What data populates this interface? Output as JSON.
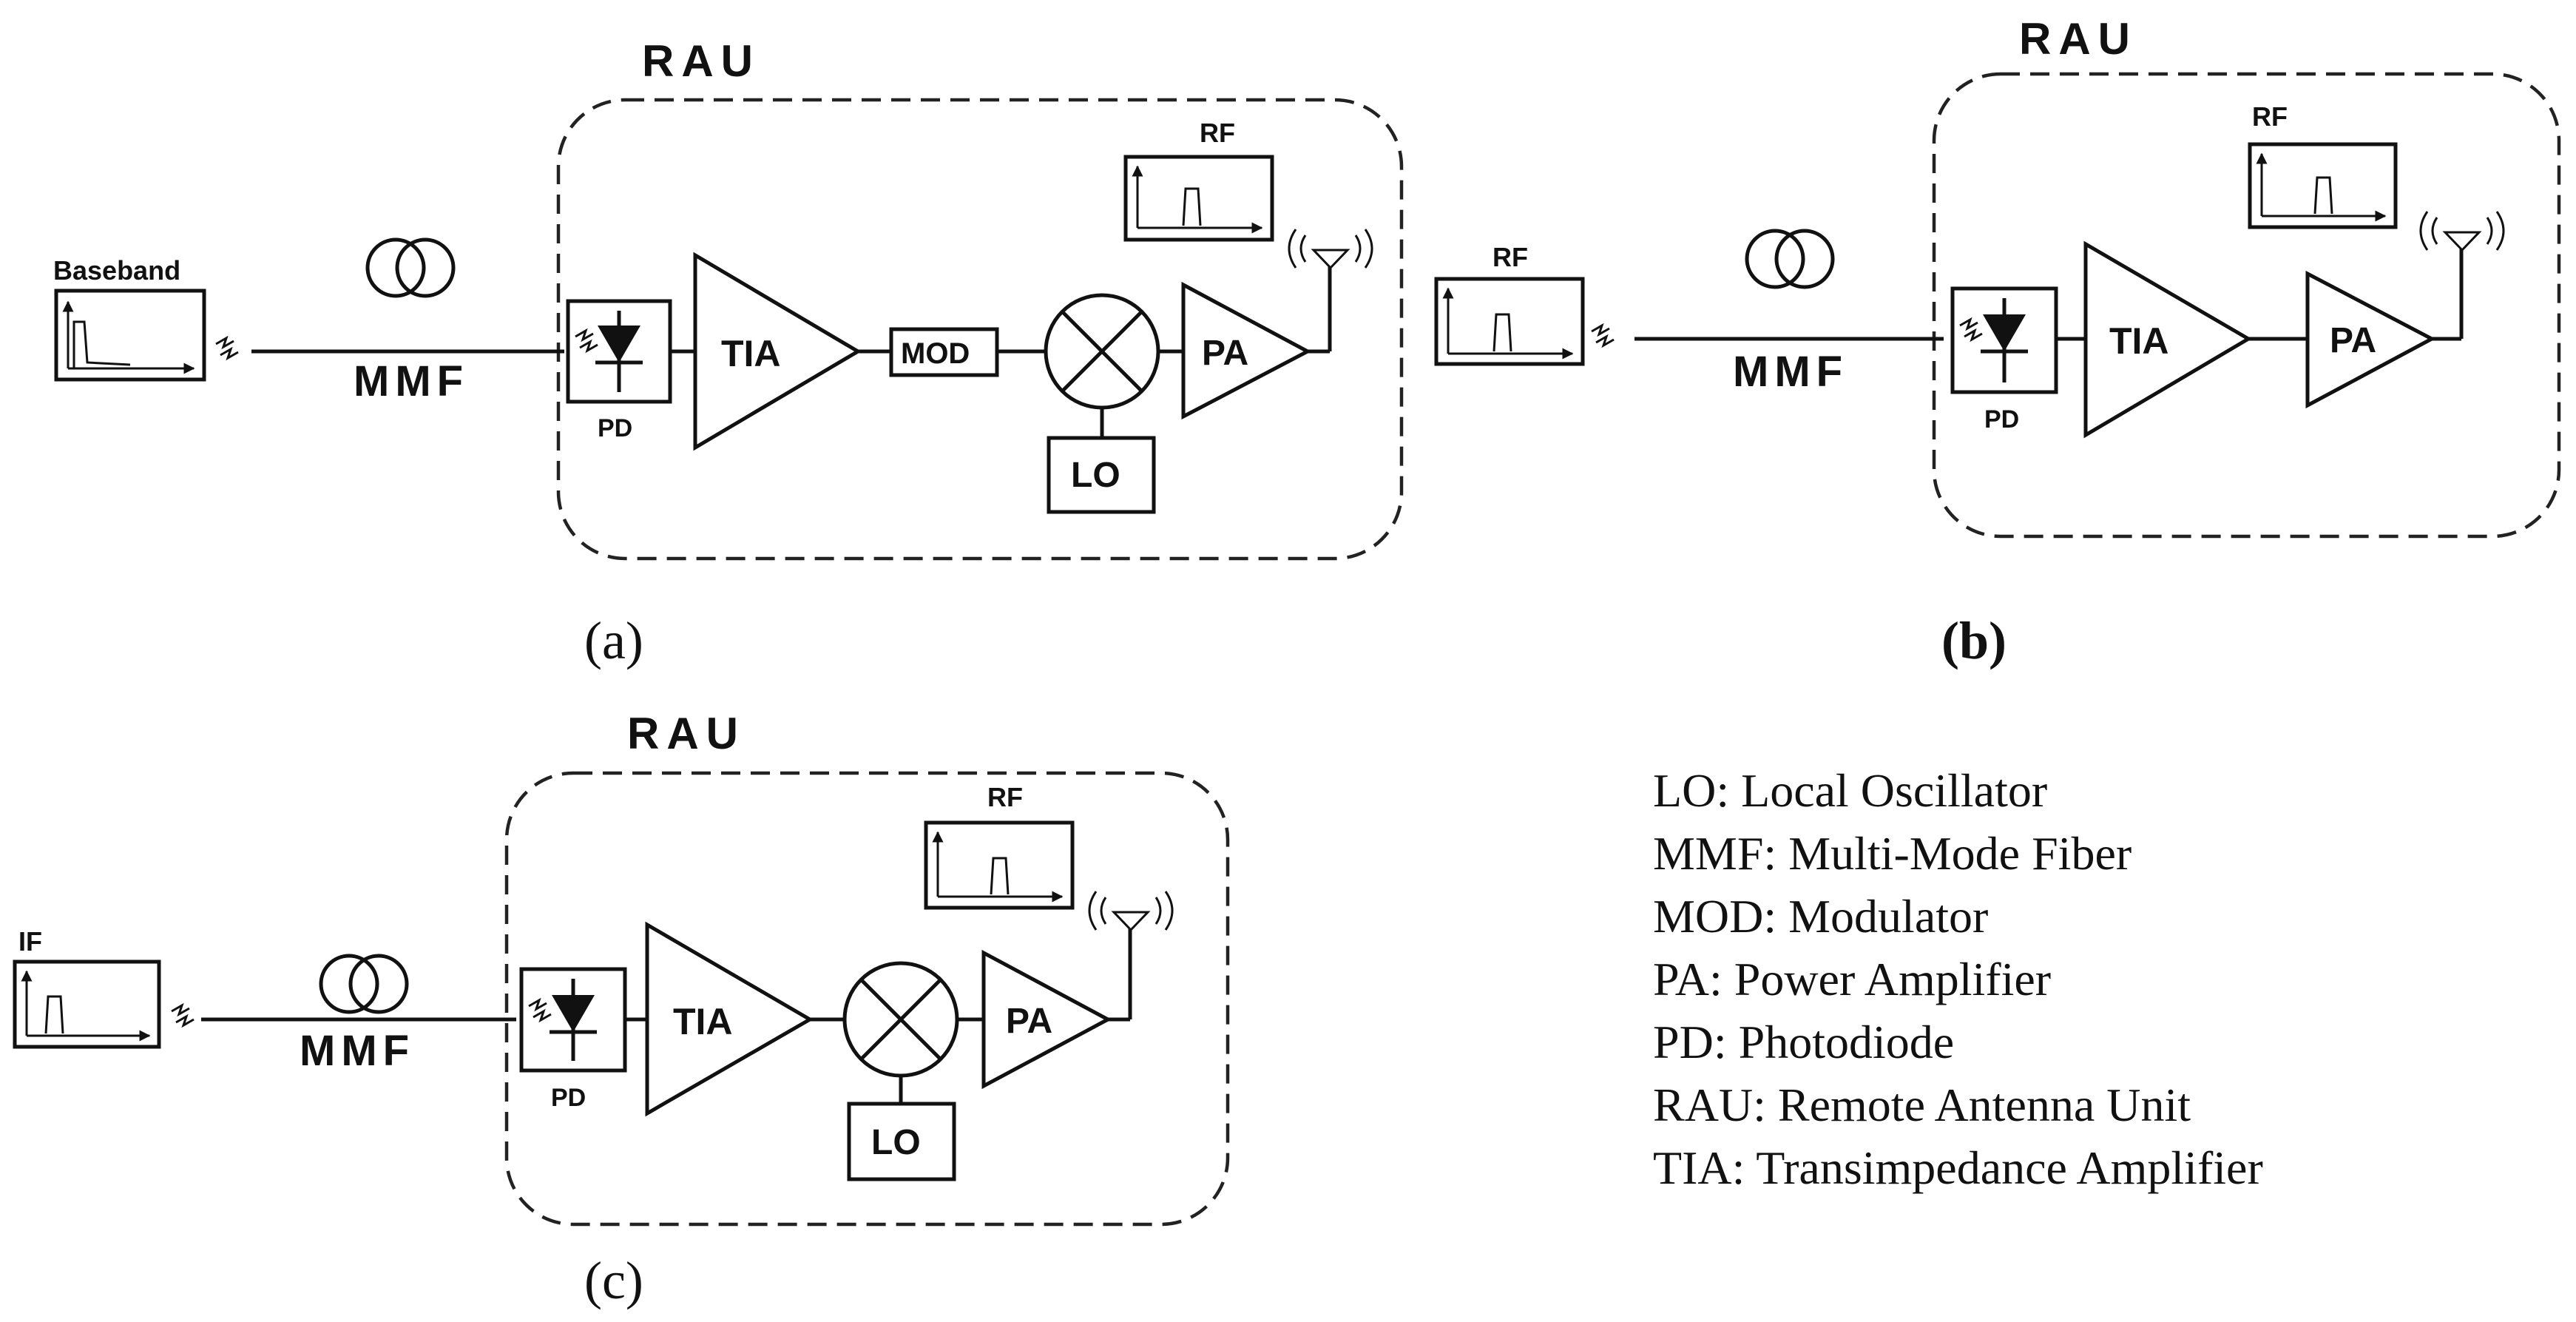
{
  "panels": {
    "a": {
      "caption": "(a)",
      "input_label": "Baseband",
      "rau_label": "RAU",
      "fiber_label": "MMF",
      "pd_label": "PD",
      "tia_label": "TIA",
      "mod_label": "MOD",
      "pa_label": "PA",
      "lo_label": "LO",
      "rf_label": "RF"
    },
    "b": {
      "caption": "(b)",
      "input_label": "RF",
      "rau_label": "RAU",
      "fiber_label": "MMF",
      "pd_label": "PD",
      "tia_label": "TIA",
      "pa_label": "PA",
      "rf_label": "RF"
    },
    "c": {
      "caption": "(c)",
      "input_label": "IF",
      "rau_label": "RAU",
      "fiber_label": "MMF",
      "pd_label": "PD",
      "tia_label": "TIA",
      "pa_label": "PA",
      "lo_label": "LO",
      "rf_label": "RF"
    }
  },
  "legend": [
    "LO: Local Oscillator",
    "MMF: Multi-Mode Fiber",
    "MOD: Modulator",
    "PA: Power Amplifier",
    "PD: Photodiode",
    "RAU: Remote Antenna Unit",
    "TIA: Transimpedance Amplifier"
  ]
}
